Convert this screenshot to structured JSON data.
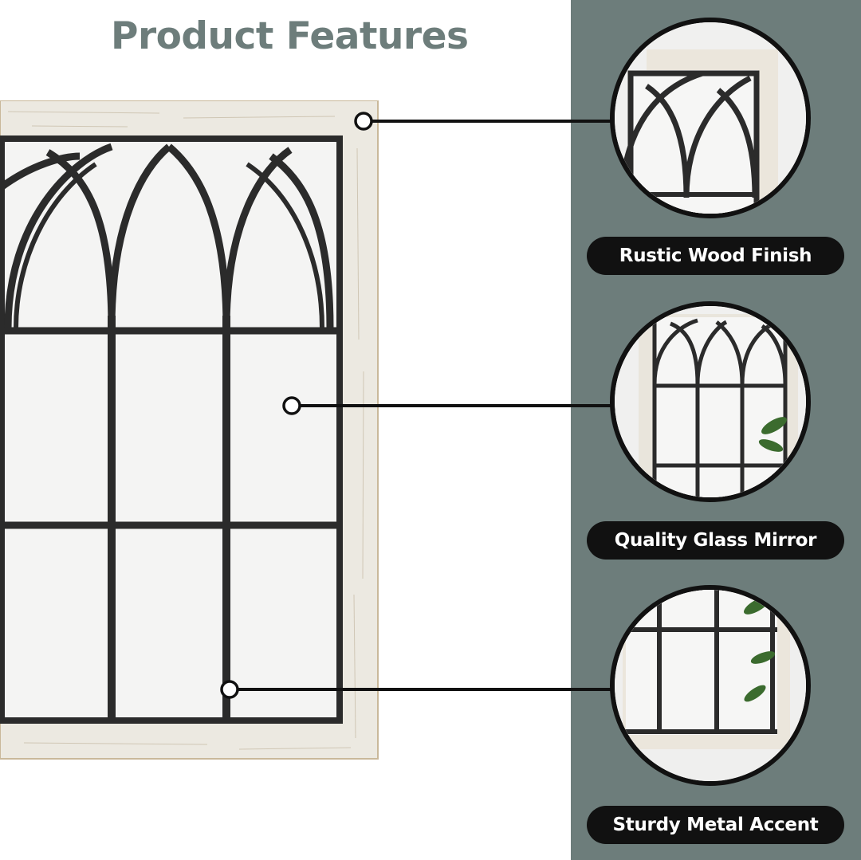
{
  "title": "Product Features",
  "colors": {
    "accent": "#6d7d7b",
    "label_bg": "#111111",
    "label_text": "#ffffff",
    "frame": "#eeebe4",
    "metal": "#2b2b2b"
  },
  "features": [
    {
      "label": "Rustic Wood Finish",
      "icon": "wood-frame-closeup"
    },
    {
      "label": "Quality Glass Mirror",
      "icon": "arched-mirror-closeup"
    },
    {
      "label": "Sturdy Metal Accent",
      "icon": "metal-grid-closeup"
    }
  ]
}
